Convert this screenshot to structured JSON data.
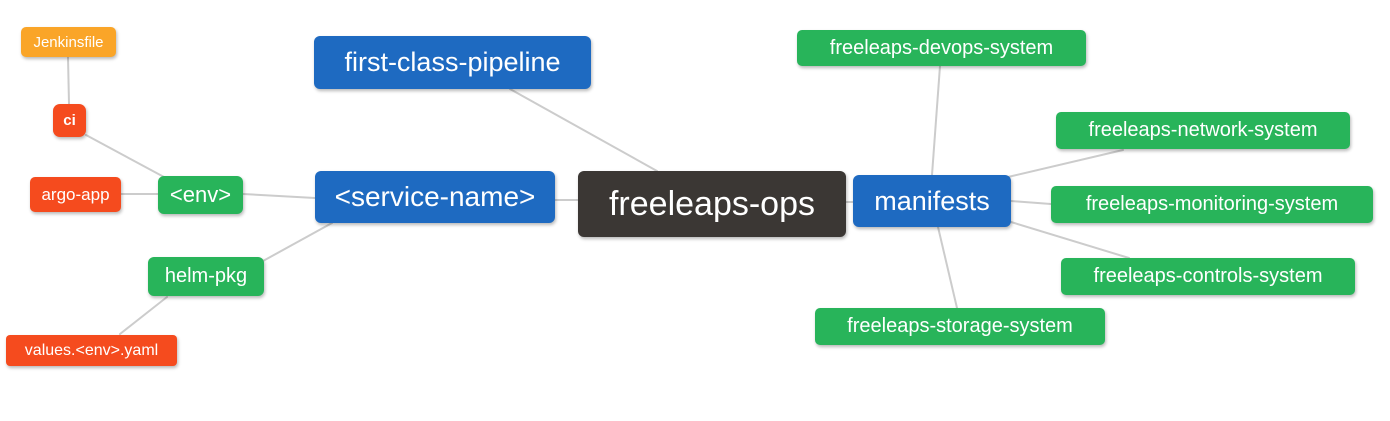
{
  "diagram": {
    "type": "mindmap",
    "background_color": "#ffffff",
    "edge_color": "#cccccc",
    "text_color": "#ffffff",
    "palette": {
      "blue": "#1e6ac1",
      "green": "#28b45a",
      "red": "#f54b1e",
      "amber": "#faa528",
      "dark": "#3b3734"
    },
    "nodes": {
      "root": {
        "label": "freeleaps-ops",
        "color": "dark"
      },
      "pipeline": {
        "label": "first-class-pipeline",
        "color": "blue"
      },
      "service": {
        "label": "<service-name>",
        "color": "blue"
      },
      "manifests": {
        "label": "manifests",
        "color": "blue"
      },
      "env": {
        "label": "<env>",
        "color": "green"
      },
      "helm": {
        "label": "helm-pkg",
        "color": "green"
      },
      "ci": {
        "label": "ci",
        "color": "red"
      },
      "argo": {
        "label": "argo-app",
        "color": "red"
      },
      "jenkinsfile": {
        "label": "Jenkinsfile",
        "color": "amber"
      },
      "values": {
        "label": "values.<env>.yaml",
        "color": "red"
      },
      "devops": {
        "label": "freeleaps-devops-system",
        "color": "green"
      },
      "network": {
        "label": "freeleaps-network-system",
        "color": "green"
      },
      "monitoring": {
        "label": "freeleaps-monitoring-system",
        "color": "green"
      },
      "controls": {
        "label": "freeleaps-controls-system",
        "color": "green"
      },
      "storage": {
        "label": "freeleaps-storage-system",
        "color": "green"
      }
    },
    "edges": [
      {
        "from": "jenkinsfile",
        "to": "ci"
      },
      {
        "from": "ci",
        "to": "env"
      },
      {
        "from": "argo",
        "to": "env"
      },
      {
        "from": "env",
        "to": "service"
      },
      {
        "from": "helm",
        "to": "service"
      },
      {
        "from": "values",
        "to": "helm"
      },
      {
        "from": "pipeline",
        "to": "root"
      },
      {
        "from": "service",
        "to": "root"
      },
      {
        "from": "root",
        "to": "manifests"
      },
      {
        "from": "manifests",
        "to": "devops"
      },
      {
        "from": "manifests",
        "to": "network"
      },
      {
        "from": "manifests",
        "to": "monitoring"
      },
      {
        "from": "manifests",
        "to": "controls"
      },
      {
        "from": "manifests",
        "to": "storage"
      }
    ]
  }
}
